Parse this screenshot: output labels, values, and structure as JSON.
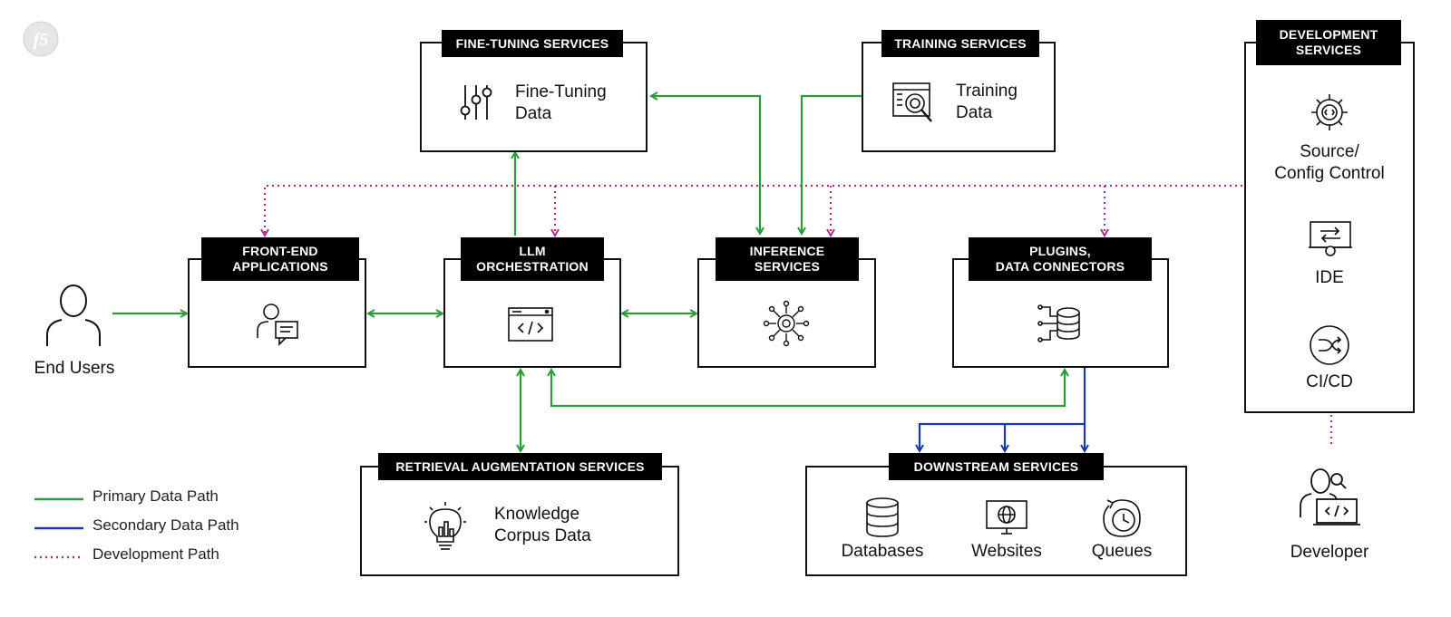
{
  "logo": {
    "text": "f5"
  },
  "end_users": {
    "label": "End Users"
  },
  "developer": {
    "label": "Developer"
  },
  "boxes": {
    "fine_tuning": {
      "title": "FINE-TUNING SERVICES",
      "label_line1": "Fine-Tuning",
      "label_line2": "Data"
    },
    "training": {
      "title": "TRAINING SERVICES",
      "label_line1": "Training",
      "label_line2": "Data"
    },
    "development": {
      "title_line1": "DEVELOPMENT",
      "title_line2": "SERVICES",
      "items": [
        {
          "line1": "Source/",
          "line2": "Config Control"
        },
        {
          "line1": "IDE"
        },
        {
          "line1": "CI/CD"
        }
      ]
    },
    "front_end": {
      "title_line1": "FRONT-END",
      "title_line2": "APPLICATIONS"
    },
    "llm": {
      "title_line1": "LLM",
      "title_line2": "ORCHESTRATION"
    },
    "inference": {
      "title_line1": "INFERENCE",
      "title_line2": "SERVICES"
    },
    "plugins": {
      "title_line1": "PLUGINS,",
      "title_line2": "DATA CONNECTORS"
    },
    "retrieval": {
      "title": "RETRIEVAL AUGMENTATION SERVICES",
      "label_line1": "Knowledge",
      "label_line2": "Corpus Data"
    },
    "downstream": {
      "title": "DOWNSTREAM SERVICES",
      "items": [
        {
          "label": "Databases"
        },
        {
          "label": "Websites"
        },
        {
          "label": "Queues"
        }
      ]
    }
  },
  "legend": [
    {
      "label": "Primary Data Path",
      "color": "#2a9a3a",
      "style": "solid"
    },
    {
      "label": "Secondary Data Path",
      "color": "#1a3aa8",
      "style": "solid"
    },
    {
      "label": "Development Path",
      "color": "#a8327f",
      "style": "dotted"
    }
  ],
  "colors": {
    "primary": "#2a9a3a",
    "secondary": "#1a3aa8",
    "development": "#a8327f"
  }
}
